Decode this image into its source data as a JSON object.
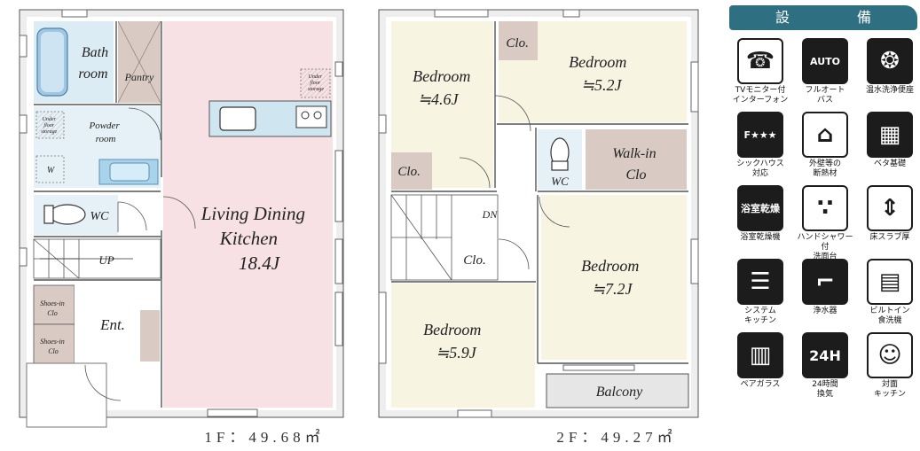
{
  "floor1": {
    "bath": [
      "Bath",
      "room"
    ],
    "pantry": "Pantry",
    "underfloor": [
      "Under",
      "floor",
      "storage"
    ],
    "powder": [
      "Powder",
      "room"
    ],
    "w_mark": "W",
    "wc": "WC",
    "up": "UP",
    "shoes1": [
      "Shoes-in",
      "Clo"
    ],
    "shoes2": [
      "Shoes-in",
      "Clo"
    ],
    "entrance": "Ent.",
    "ldk": [
      "Living Dining",
      "Kitchen",
      "18.4J"
    ],
    "area": "1F：49.68㎡"
  },
  "floor2": {
    "bed1": [
      "Bedroom",
      "≒4.6J"
    ],
    "clo1": "Clo.",
    "bed2": [
      "Bedroom",
      "≒5.2J"
    ],
    "clo2": "Clo.",
    "wc": "WC",
    "walkin": [
      "Walk-in",
      "Clo"
    ],
    "dn": "DN",
    "clo3": "Clo.",
    "bed3": [
      "Bedroom",
      "≒7.2J"
    ],
    "bed4": [
      "Bedroom",
      "≒5.9J"
    ],
    "balcony": "Balcony",
    "area": "2F：49.27㎡"
  },
  "equipment": {
    "title": "設　備",
    "items": [
      {
        "icon": "intercom-icon",
        "glyph": "☎",
        "style": "light",
        "label": "TVモニター付\nインターフォン"
      },
      {
        "icon": "auto-bath-icon",
        "glyph": "AUTO",
        "style": "dark",
        "label": "フルオート\nバス"
      },
      {
        "icon": "washlet-icon",
        "glyph": "❂",
        "style": "dark",
        "label": "温水洗浄便座"
      },
      {
        "icon": "f-star-icon",
        "glyph": "F★★★",
        "style": "dark",
        "label": "シックハウス\n対応"
      },
      {
        "icon": "insulation-icon",
        "glyph": "⌂",
        "style": "light",
        "label": "外壁等の\n断熱材"
      },
      {
        "icon": "mat-foundation-icon",
        "glyph": "▦",
        "style": "dark",
        "label": "ベタ基礎"
      },
      {
        "icon": "bath-dryer-icon",
        "glyph": "浴室乾燥",
        "style": "dark",
        "label": "浴室乾燥機"
      },
      {
        "icon": "shower-vanity-icon",
        "glyph": "∵",
        "style": "light",
        "label": "ハンドシャワー付\n洗面台"
      },
      {
        "icon": "floor-slab-icon",
        "glyph": "⇕",
        "style": "light",
        "label": "床スラブ厚"
      },
      {
        "icon": "system-kitchen-icon",
        "glyph": "☰",
        "style": "dark",
        "label": "システム\nキッチン"
      },
      {
        "icon": "water-purifier-icon",
        "glyph": "⌐",
        "style": "dark",
        "label": "浄水器"
      },
      {
        "icon": "dishwasher-icon",
        "glyph": "▤",
        "style": "light",
        "label": "ビルトイン\n食洗機"
      },
      {
        "icon": "pair-glass-icon",
        "glyph": "▥",
        "style": "dark",
        "label": "ペアガラス"
      },
      {
        "icon": "ventilation-24h-icon",
        "glyph": "24H",
        "style": "dark",
        "label": "24時間\n換気"
      },
      {
        "icon": "face-to-face-kitchen-icon",
        "glyph": "☺",
        "style": "light",
        "label": "対面\nキッチン"
      }
    ]
  }
}
